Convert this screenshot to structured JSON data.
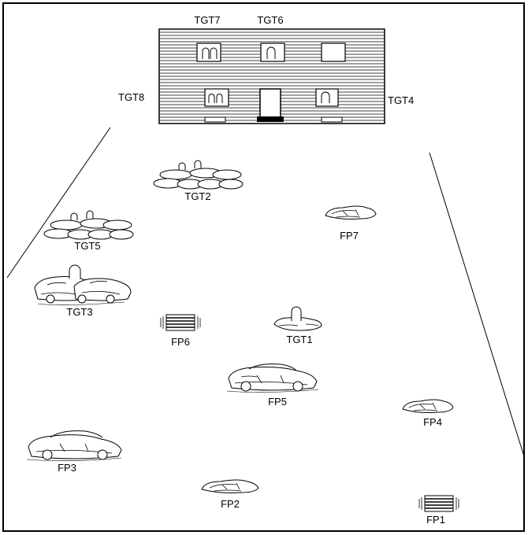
{
  "range": {
    "colors": {
      "ink": "#000000",
      "paper": "#ffffff",
      "stripe": "#000000"
    }
  },
  "building": {
    "icon": "building-facade-icon",
    "targets": {
      "tgt7": "TGT7",
      "tgt6": "TGT6",
      "tgt8": "TGT8",
      "tgt4": "TGT4"
    }
  },
  "targets": {
    "tgt2": {
      "label": "TGT2",
      "icon": "prone-figures-group-icon"
    },
    "tgt5": {
      "label": "TGT5",
      "icon": "prone-figures-group-icon"
    },
    "tgt3": {
      "label": "TGT3",
      "icon": "figure-behind-vehicles-icon"
    },
    "tgt1": {
      "label": "TGT1",
      "icon": "figure-in-foxhole-icon"
    }
  },
  "firing_points": {
    "fp7": {
      "label": "FP7",
      "icon": "wrecked-vehicle-icon"
    },
    "fp6": {
      "label": "FP6",
      "icon": "sandbag-barrier-icon"
    },
    "fp5": {
      "label": "FP5",
      "icon": "wrecked-car-icon"
    },
    "fp4": {
      "label": "FP4",
      "icon": "wrecked-vehicle-icon"
    },
    "fp3": {
      "label": "FP3",
      "icon": "wrecked-car-icon"
    },
    "fp2": {
      "label": "FP2",
      "icon": "wrecked-vehicle-icon"
    },
    "fp1": {
      "label": "FP1",
      "icon": "sandbag-barrier-icon"
    }
  }
}
